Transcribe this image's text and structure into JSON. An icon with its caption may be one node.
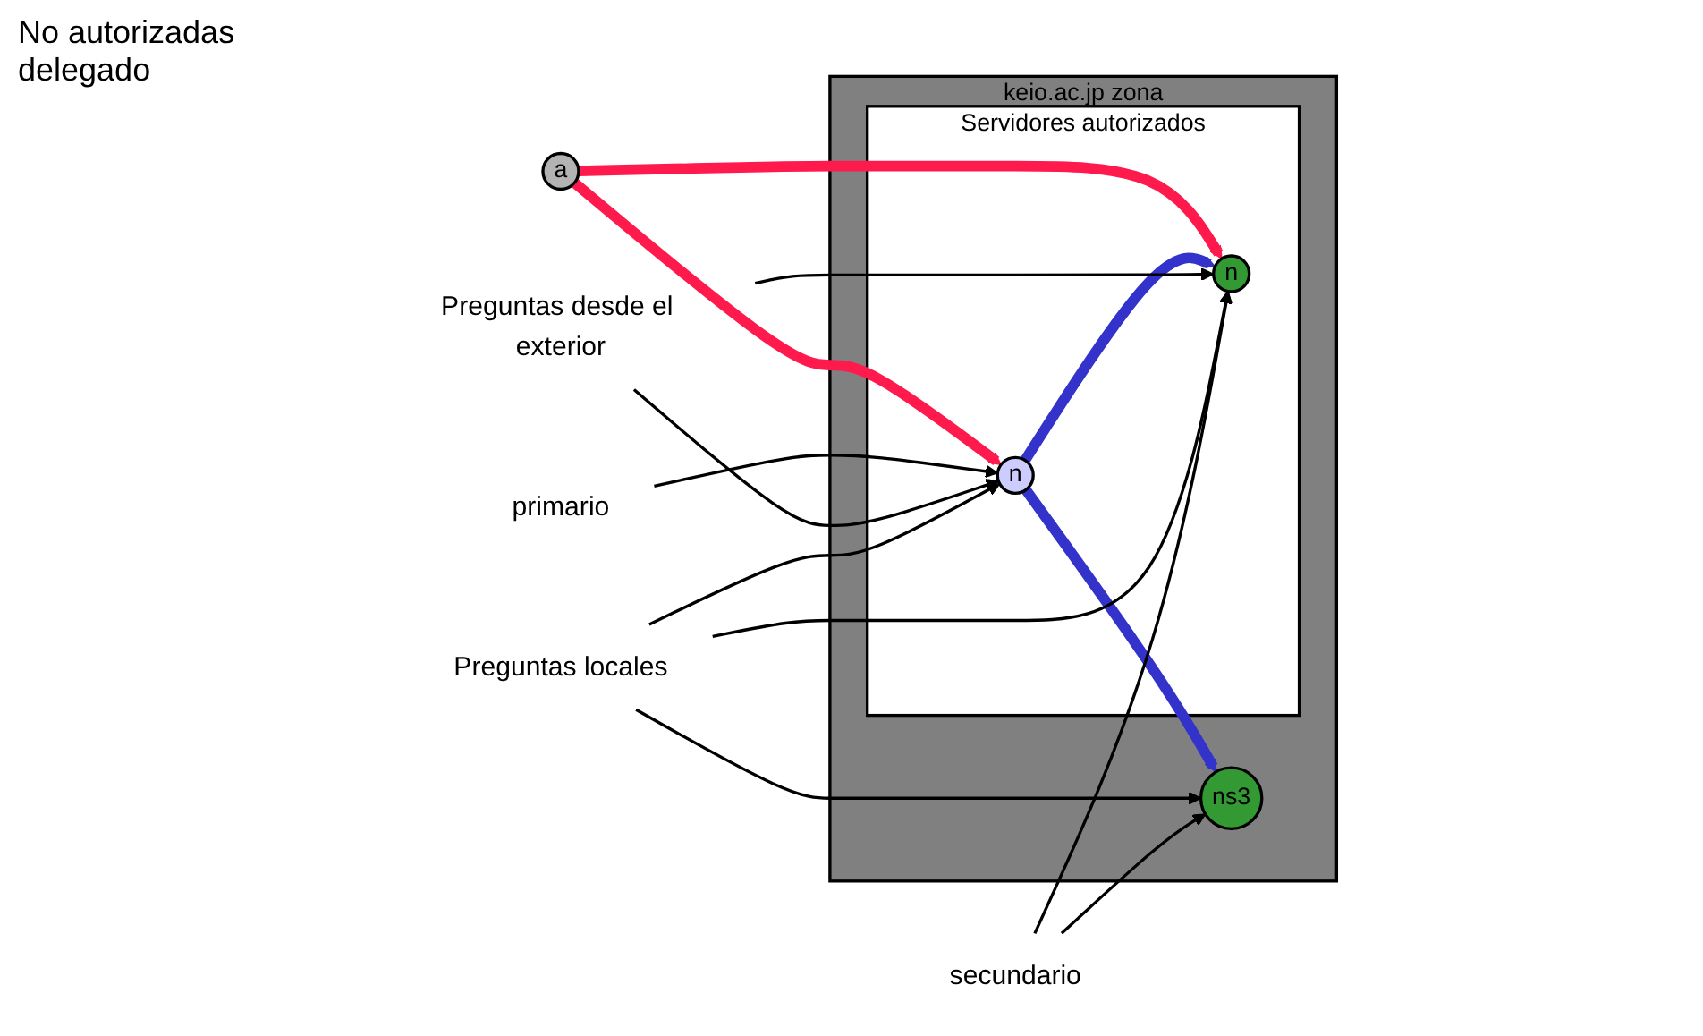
{
  "diagram": {
    "nodes": [
      {
        "text": [
          "keio.ac.jp zona"
        ]
      },
      {
        "text": [
          "Servidores autorizados"
        ],
        "in": 0
      },
      {
        "text": [
          "a"
        ]
      },
      {
        "text": [
          "ns3"
        ],
        "in": 0
      },
      {
        "text": [
          "n"
        ],
        "in": 1
      },
      {
        "text": [
          "n"
        ],
        "in": 1
      },
      {
        "text": [
          "primario"
        ]
      },
      {
        "text": [
          "Preguntas desde el exterior"
        ]
      },
      {
        "text": [
          "Preguntas locales"
        ]
      },
      {
        "text": [
          "secundario"
        ]
      }
    ],
    "edges": [
      {
        "from": 2,
        "to": 4,
        "arrow": "to",
        "style": "thick",
        "color": "#ff1a4d"
      },
      {
        "from": 2,
        "to": 5,
        "arrow": "to",
        "style": "thick",
        "color": "#ff1a4d"
      },
      {
        "from": 4,
        "to": 3,
        "arrow": "to",
        "style": "thick",
        "color": "#3333cc"
      },
      {
        "from": 4,
        "to": 5,
        "arrow": "to",
        "style": "thick",
        "color": "#3333cc"
      },
      {
        "from": 6,
        "to": 4,
        "arrow": "to"
      },
      {
        "from": 7,
        "to": 4,
        "arrow": "to"
      },
      {
        "from": 7,
        "to": 5,
        "arrow": "to"
      },
      {
        "from": 8,
        "to": 3,
        "arrow": "to"
      },
      {
        "from": 8,
        "to": 4,
        "arrow": "to"
      },
      {
        "from": 8,
        "to": 5,
        "arrow": "to"
      },
      {
        "from": 9,
        "to": 3,
        "arrow": "to"
      },
      {
        "from": 9,
        "to": 5,
        "arrow": "to"
      }
    ],
    "labels": [
      "No autorizadas",
      "delegado"
    ]
  }
}
